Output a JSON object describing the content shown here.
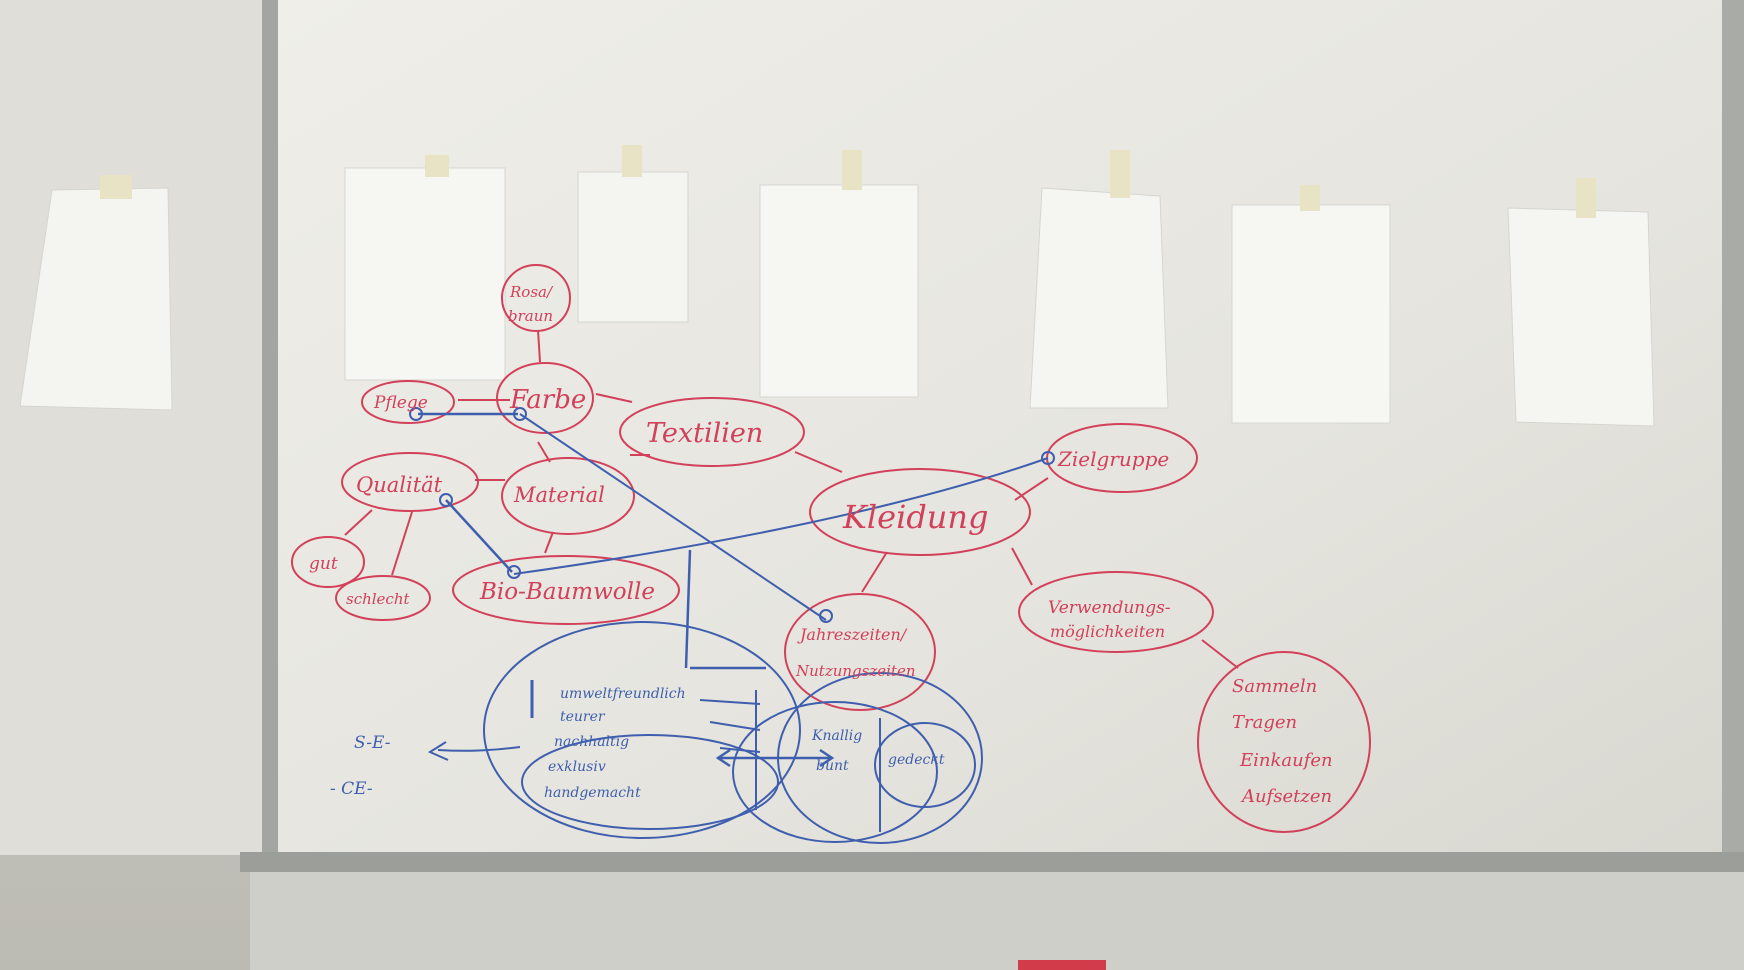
{
  "nodes": {
    "rosa_braun_1": "Rosa/",
    "rosa_braun_2": "braun",
    "pflege": "Pflege",
    "farbe": "Farbe",
    "textilien": "Textilien",
    "qualitaet": "Qualität",
    "material": "Material",
    "kleidung": "Kleidung",
    "zielgruppe": "Zielgruppe",
    "gut": "gut",
    "schlecht": "schlecht",
    "bio_baumwolle": "Bio-Baumwolle",
    "jahreszeiten": "Jahreszeiten/",
    "nutzungszeiten": "Nutzungszeiten",
    "verwendung_1": "Verwendungs-",
    "verwendung_2": "möglichkeiten",
    "sammeln": "Sammeln",
    "tragen": "Tragen",
    "einkaufen": "Einkaufen",
    "aufsetzen": "Aufsetzen"
  },
  "blue_list": [
    "umweltfreundlich",
    "teurer",
    "nachhaltig",
    "exklusiv",
    "handgemacht"
  ],
  "blue_extra": {
    "knallig_bunt_1": "Knallig",
    "knallig_bunt_2": "bunt",
    "gedeckt": "gedeckt",
    "left_note_1": "S-E-",
    "left_note_2": "- CE-"
  },
  "colors": {
    "red_marker": "#d2405a",
    "blue_marker": "#3f5fae",
    "board": "#e6e5df",
    "wall": "#c9c8c1",
    "frame": "#9c9e9a"
  },
  "paper_count": 7
}
